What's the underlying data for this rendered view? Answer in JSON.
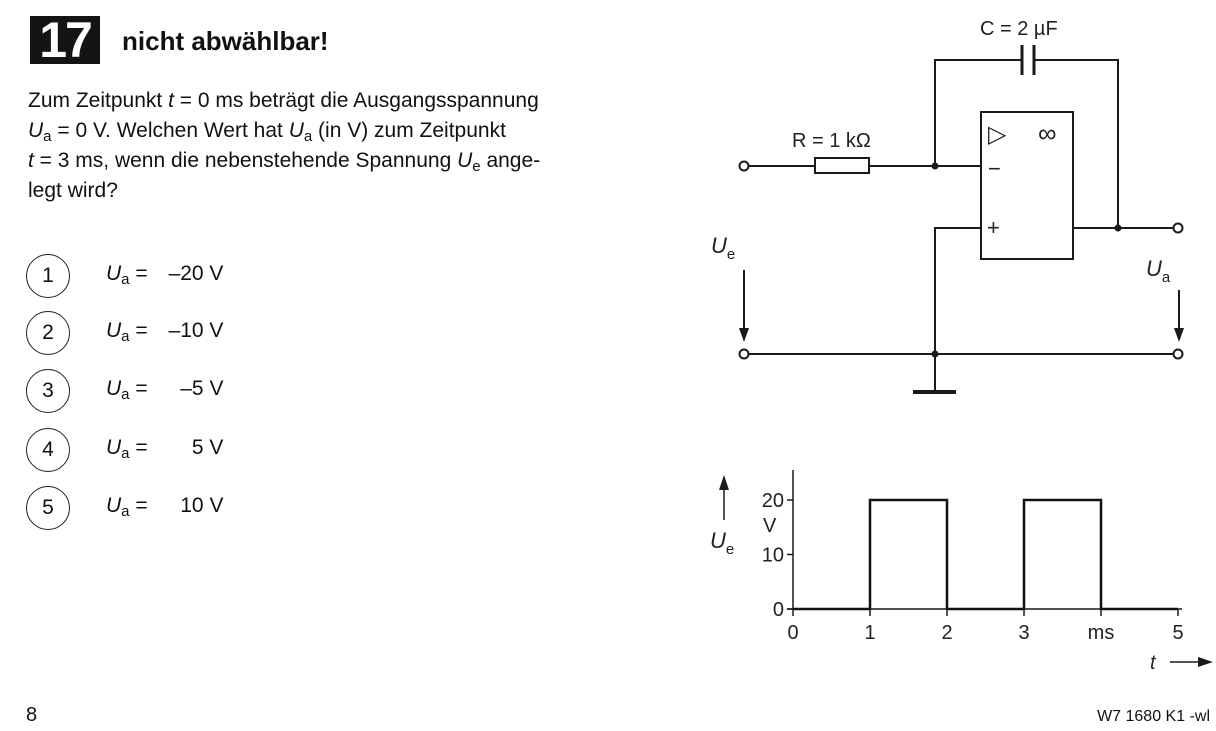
{
  "header": {
    "number": "17",
    "title": "nicht abwählbar!"
  },
  "question": {
    "line1_a": "Zum Zeitpunkt ",
    "line1_t": "t",
    "line1_b": " = 0 ms beträgt die Ausgangsspannung",
    "line2_U": "U",
    "line2_sub": "a",
    "line2_b": " = 0 V. Welchen Wert hat ",
    "line2_U2": "U",
    "line2_sub2": "a",
    "line2_c": " (in V) zum Zeitpunkt",
    "line3_t": "t",
    "line3_b": " = 3 ms, wenn die nebenstehende Spannung ",
    "line3_U": "U",
    "line3_sub": "e",
    "line3_c": " ange-",
    "line4": "legt wird?"
  },
  "options": [
    {
      "number": "1",
      "symbol": "U",
      "sub": "a",
      "eq": " = ",
      "value": "–20 V"
    },
    {
      "number": "2",
      "symbol": "U",
      "sub": "a",
      "eq": " = ",
      "value": "–10 V"
    },
    {
      "number": "3",
      "symbol": "U",
      "sub": "a",
      "eq": " = ",
      "value": "–5 V"
    },
    {
      "number": "4",
      "symbol": "U",
      "sub": "a",
      "eq": " = ",
      "value": "5 V"
    },
    {
      "number": "5",
      "symbol": "U",
      "sub": "a",
      "eq": " = ",
      "value": "10 V"
    }
  ],
  "circuit": {
    "capacitor_label": "C = 2 µF",
    "resistor_label": "R = 1 kΩ",
    "opamp_symbol": "▷",
    "opamp_gain": "∞",
    "minus": "−",
    "plus": "+",
    "input_voltage_label": "U",
    "input_voltage_sub": "e",
    "output_voltage_label": "U",
    "output_voltage_sub": "a"
  },
  "chart_data": {
    "type": "line",
    "x": [
      0,
      1,
      1,
      2,
      2,
      3,
      3,
      4,
      4,
      5
    ],
    "series": [
      {
        "values": [
          0,
          0,
          20,
          20,
          0,
          0,
          20,
          20,
          0,
          0
        ]
      }
    ],
    "x_ticks": [
      "0",
      "1",
      "2",
      "3",
      "ms",
      "5"
    ],
    "y_ticks": [
      "0",
      "10",
      "20"
    ],
    "y_unit": "V",
    "ylabel": "U",
    "ylabel_sub": "e",
    "xlabel": "t",
    "xlim": [
      0,
      5
    ],
    "ylim": [
      0,
      20
    ],
    "grid": false
  },
  "footer": {
    "page": "8",
    "code": "W7 1680 K1 -wl"
  }
}
